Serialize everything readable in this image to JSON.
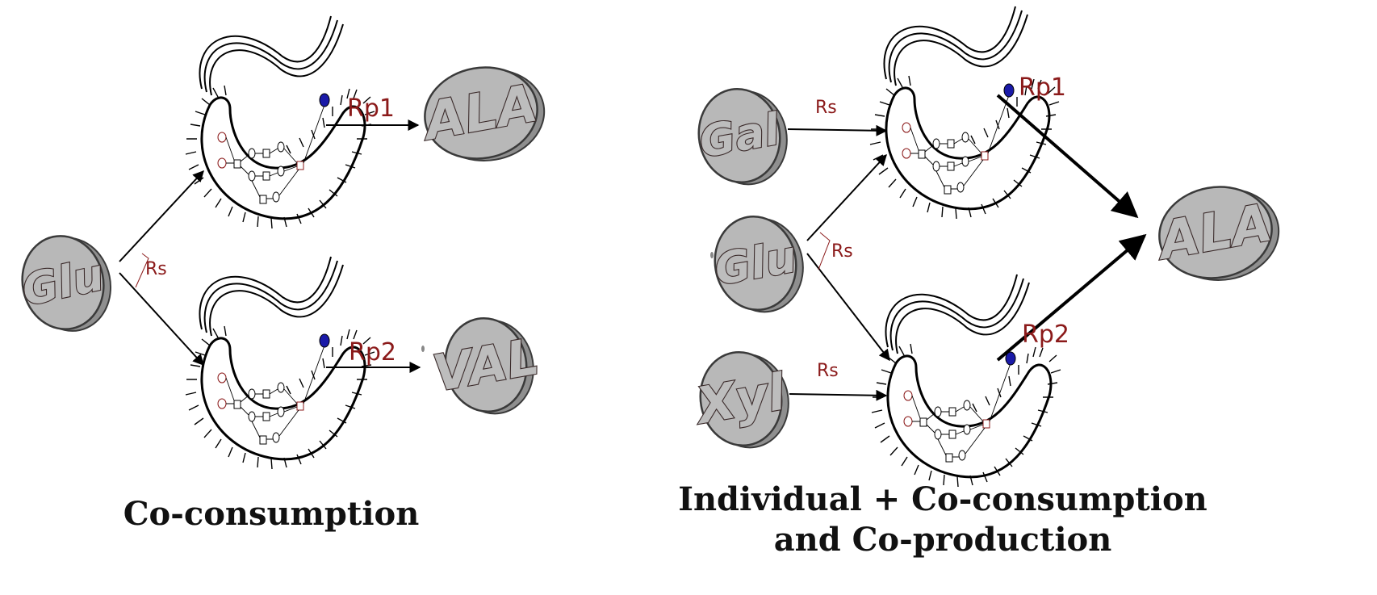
{
  "left_panel": {
    "caption": "Co-consumption",
    "substrate": "Glu",
    "products": [
      "ALA",
      "VAL"
    ],
    "substrate_rate_label": "Rs",
    "production_rate_labels": [
      "Rp1",
      "Rp2"
    ]
  },
  "right_panel": {
    "caption_line1": "Individual + Co-consumption",
    "caption_line2": "and Co-production",
    "substrates": [
      "Gal",
      "Glu",
      "Xyl"
    ],
    "product": "ALA",
    "substrate_rate_labels": [
      "Rs",
      "Rs",
      "Rs"
    ],
    "production_rate_labels": [
      "Rp1",
      "Rp2"
    ]
  },
  "colors": {
    "coin_fill": "#b8b8b8",
    "coin_edge": "#3a3a3a",
    "rate_label": "#8b1a1a",
    "cell_dot": "#1a1aa8"
  }
}
